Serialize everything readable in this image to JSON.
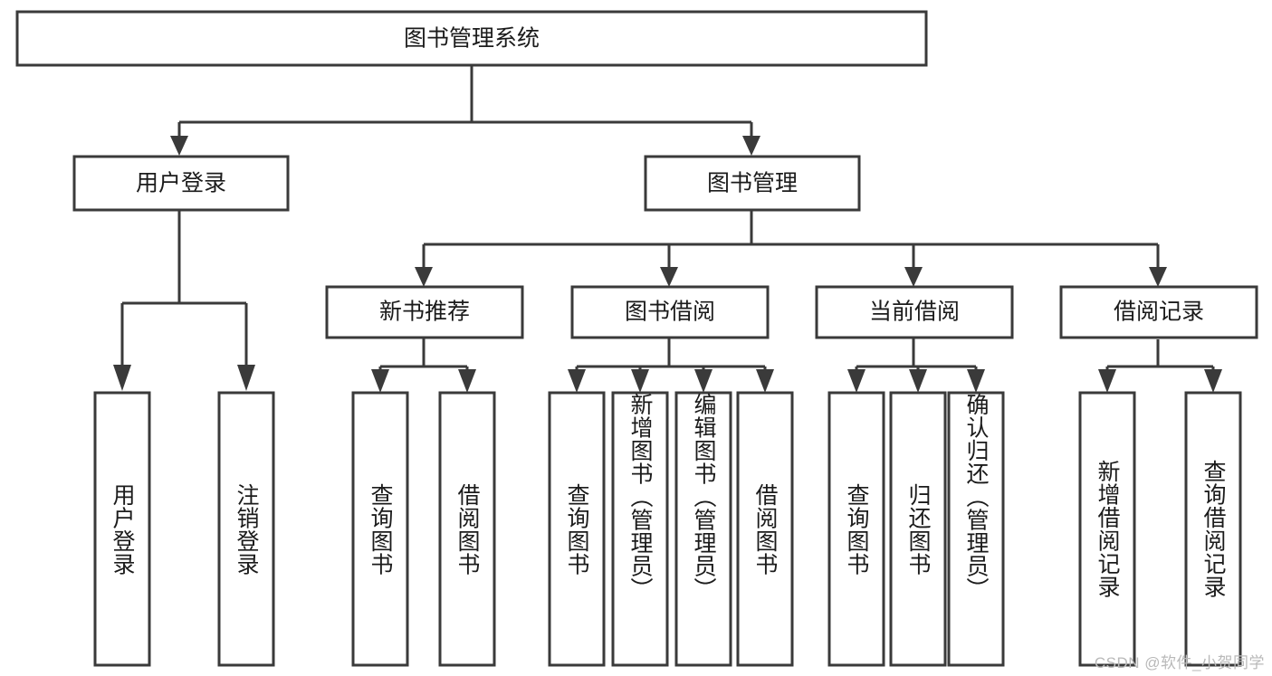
{
  "diagram": {
    "type": "tree-hierarchy",
    "title": "图书管理系统",
    "root": {
      "id": "root",
      "label": "图书管理系统"
    },
    "level2": [
      {
        "id": "user-login",
        "label": "用户登录"
      },
      {
        "id": "book-manage",
        "label": "图书管理"
      }
    ],
    "level3": [
      {
        "id": "new-book-recommend",
        "label": "新书推荐",
        "parent": "book-manage"
      },
      {
        "id": "book-borrow",
        "label": "图书借阅",
        "parent": "book-manage"
      },
      {
        "id": "current-borrow",
        "label": "当前借阅",
        "parent": "book-manage"
      },
      {
        "id": "borrow-record",
        "label": "借阅记录",
        "parent": "book-manage"
      }
    ],
    "leaves": [
      {
        "id": "leaf-user-login",
        "label": "用户登录",
        "parent": "user-login"
      },
      {
        "id": "leaf-user-logout",
        "label": "注销登录",
        "parent": "user-login"
      },
      {
        "id": "leaf-query-book-1",
        "label": "查询图书",
        "parent": "new-book-recommend"
      },
      {
        "id": "leaf-borrow-book-1",
        "label": "借阅图书",
        "parent": "new-book-recommend"
      },
      {
        "id": "leaf-query-book-2",
        "label": "查询图书",
        "parent": "book-borrow"
      },
      {
        "id": "leaf-add-book",
        "label": "新增图书（管理员）",
        "parent": "book-borrow"
      },
      {
        "id": "leaf-edit-book",
        "label": "编辑图书（管理员）",
        "parent": "book-borrow"
      },
      {
        "id": "leaf-borrow-book-2",
        "label": "借阅图书",
        "parent": "book-borrow"
      },
      {
        "id": "leaf-query-book-3",
        "label": "查询图书",
        "parent": "current-borrow"
      },
      {
        "id": "leaf-return-book",
        "label": "归还图书",
        "parent": "current-borrow"
      },
      {
        "id": "leaf-confirm-return",
        "label": "确认归还（管理员）",
        "parent": "current-borrow"
      },
      {
        "id": "leaf-add-record",
        "label": "新增借阅记录",
        "parent": "borrow-record"
      },
      {
        "id": "leaf-query-record",
        "label": "查询借阅记录",
        "parent": "borrow-record"
      }
    ],
    "colors": {
      "stroke": "#3a3a3a",
      "fill": "#ffffff",
      "text": "#1b1b1b",
      "watermark": "#b9b9b9"
    }
  },
  "watermark": {
    "text": "CSDN @软件_小贺同学"
  }
}
